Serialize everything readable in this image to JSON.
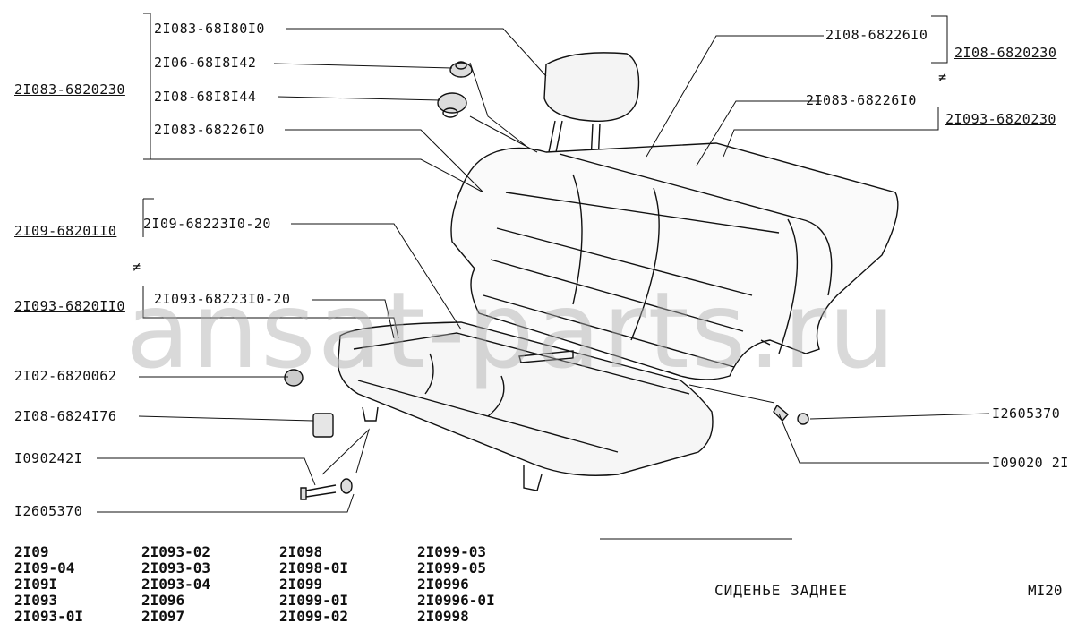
{
  "labels": {
    "l1": "2I083-68I80I0",
    "l2": "2I06-68I8I42",
    "l3": "2I08-68I8I44",
    "l4": "2I083-68226I0",
    "l5": "2I083-6820230",
    "l6": "2I09-6820II0",
    "l7": "2I09-68223I0-20",
    "l8": "2I093-6820II0",
    "l9": "2I093-68223I0-20",
    "l10": "2I02-6820062",
    "l11": "2I08-6824I76",
    "l12": "I090242I",
    "l13": "I2605370",
    "r1": "2I08-68226I0",
    "r2": "2I08-6820230",
    "r3": "2I083-68226I0",
    "r4": "2I093-6820230",
    "r5": "I2605370",
    "r6": "I09020 2I"
  },
  "neq_symbol": "≠",
  "models": {
    "col1": [
      "2I09",
      "2I09-04",
      "2I09I",
      "2I093",
      "2I093-0I"
    ],
    "col2": [
      "2I093-02",
      "2I093-03",
      "2I093-04",
      "2I096",
      "2I097"
    ],
    "col3": [
      "2I098",
      "2I098-0I",
      "2I099",
      "2I099-0I",
      "2I099-02"
    ],
    "col4": [
      "2I099-03",
      "2I099-05",
      "2I0996",
      "2I0996-0I",
      "2I0998"
    ]
  },
  "title": "СИДЕНЬЕ ЗАДНЕЕ",
  "sheet_code": "MI20",
  "watermark": "ansat-parts.ru"
}
